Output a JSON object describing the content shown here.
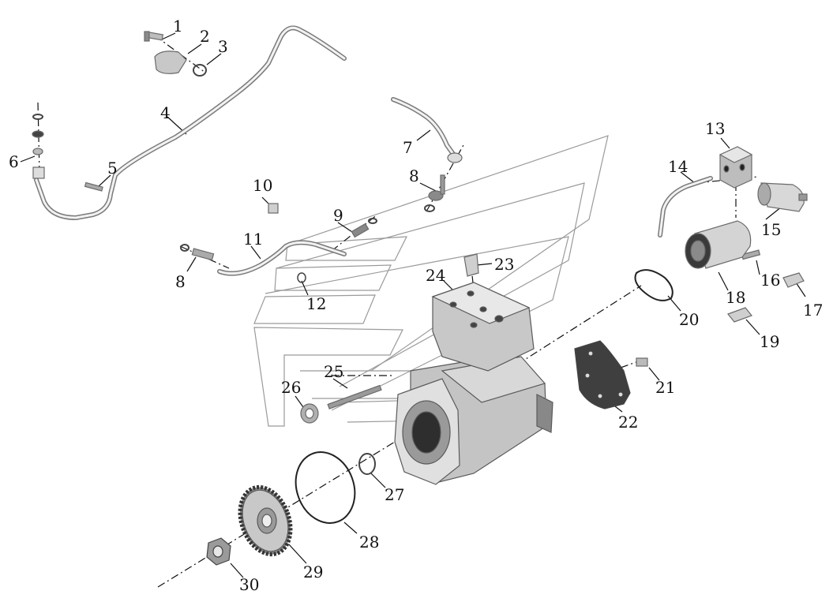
{
  "diagram": {
    "colors": {
      "background": "#ffffff",
      "line": "#111111",
      "part_fill": "#dcdcdc",
      "part_stroke": "#6a6a6a",
      "dark": "#444444"
    },
    "callouts": [
      {
        "id": "c1",
        "label": "1"
      },
      {
        "id": "c2",
        "label": "2"
      },
      {
        "id": "c3",
        "label": "3"
      },
      {
        "id": "c4",
        "label": "4"
      },
      {
        "id": "c5",
        "label": "5"
      },
      {
        "id": "c6",
        "label": "6"
      },
      {
        "id": "c7",
        "label": "7"
      },
      {
        "id": "c8a",
        "label": "8"
      },
      {
        "id": "c8b",
        "label": "8"
      },
      {
        "id": "c9",
        "label": "9"
      },
      {
        "id": "c10",
        "label": "10"
      },
      {
        "id": "c11",
        "label": "11"
      },
      {
        "id": "c12",
        "label": "12"
      },
      {
        "id": "c13",
        "label": "13"
      },
      {
        "id": "c14",
        "label": "14"
      },
      {
        "id": "c15",
        "label": "15"
      },
      {
        "id": "c16",
        "label": "16"
      },
      {
        "id": "c17",
        "label": "17"
      },
      {
        "id": "c18",
        "label": "18"
      },
      {
        "id": "c19",
        "label": "19"
      },
      {
        "id": "c20",
        "label": "20"
      },
      {
        "id": "c21",
        "label": "21"
      },
      {
        "id": "c22",
        "label": "22"
      },
      {
        "id": "c23",
        "label": "23"
      },
      {
        "id": "c24",
        "label": "24"
      },
      {
        "id": "c25",
        "label": "25"
      },
      {
        "id": "c26",
        "label": "26"
      },
      {
        "id": "c27",
        "label": "27"
      },
      {
        "id": "c28",
        "label": "28"
      },
      {
        "id": "c29",
        "label": "29"
      },
      {
        "id": "c30",
        "label": "30"
      }
    ]
  }
}
